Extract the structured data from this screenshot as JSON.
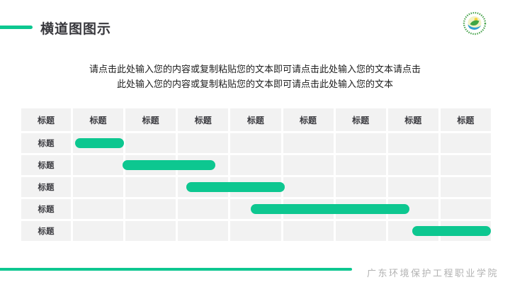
{
  "slide": {
    "title": "横道图图示",
    "intro_line1": "请点击此处输入您的内容或复制粘贴您的文本即可请点击此处输入您的文本请点击",
    "intro_line2": "此处输入您的内容或复制粘贴您的文本即可请点击此处输入您的文本",
    "footer": "广东环境保护工程职业学院"
  },
  "colors": {
    "accent_green": "#0dc790",
    "cell_bg": "#f2f2f2",
    "heading_text": "#37373c",
    "cell_text": "#3b3b40",
    "footer_text": "#b2b2b2"
  },
  "icons": {
    "logo": "school-emblem-icon"
  },
  "chart_data": {
    "type": "gantt",
    "title": "横道图图示",
    "column_headers": [
      "标题",
      "标题",
      "标题",
      "标题",
      "标题",
      "标题",
      "标题",
      "标题",
      "标题"
    ],
    "axis_columns": 8,
    "bar_color": "#0dc790",
    "grid": true,
    "legend": false,
    "rows": [
      {
        "label": "标题",
        "bar": {
          "start": 0.04,
          "end": 0.98
        }
      },
      {
        "label": "标题",
        "bar": {
          "start": 0.95,
          "end": 2.72
        }
      },
      {
        "label": "标题",
        "bar": {
          "start": 2.17,
          "end": 4.06
        }
      },
      {
        "label": "标题",
        "bar": {
          "start": 3.4,
          "end": 6.44
        }
      },
      {
        "label": "标题",
        "bar": {
          "start": 6.49,
          "end": 8.0
        }
      }
    ]
  }
}
